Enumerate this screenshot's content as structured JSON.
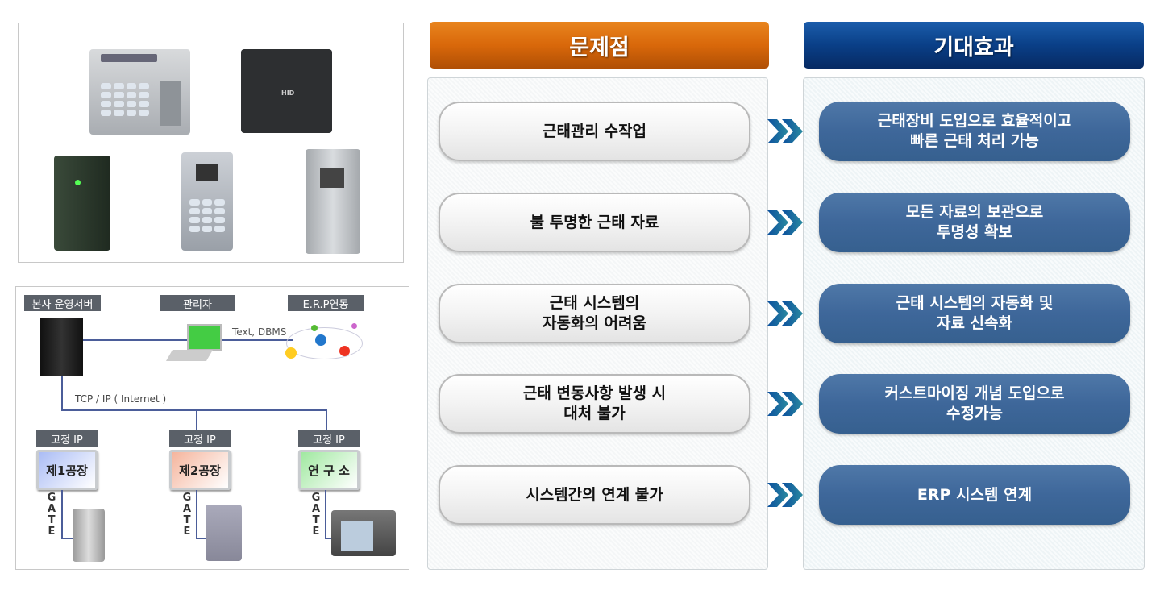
{
  "devices_panel": {
    "hid_label": "HID"
  },
  "network": {
    "server_label": "본사 운영서버",
    "admin_label": "관리자",
    "erp_label": "E.R.P연동",
    "link_label": "Text, DBMS",
    "tcp_label": "TCP / IP ( Internet )",
    "sites": [
      {
        "ip_label": "고정 IP",
        "name": "제1공장",
        "gate": "GATE"
      },
      {
        "ip_label": "고정 IP",
        "name": "제2공장",
        "gate": "GATE"
      },
      {
        "ip_label": "고정 IP",
        "name": "연 구 소",
        "gate": "GATE"
      }
    ]
  },
  "problems": {
    "title": "문제점",
    "items": [
      "근태관리 수작업",
      "불 투명한 근태 자료",
      "근태 시스템의\n자동화의 어려움",
      "근태 변동사항 발생 시\n대처 불가",
      "시스템간의 연계 불가"
    ]
  },
  "effects": {
    "title": "기대효과",
    "items": [
      "근태장비 도입으로 효율적이고\n빠른 근태 처리 가능",
      "모든 자료의 보관으로\n투명성 확보",
      "근태 시스템의 자동화 및\n자료 신속화",
      "커스트마이징 개념 도입으로\n수정가능",
      "ERP 시스템 연계"
    ]
  },
  "colors": {
    "orange": "#d9680a",
    "blue": "#0a3f87",
    "pill_blue": "#3e679a"
  }
}
